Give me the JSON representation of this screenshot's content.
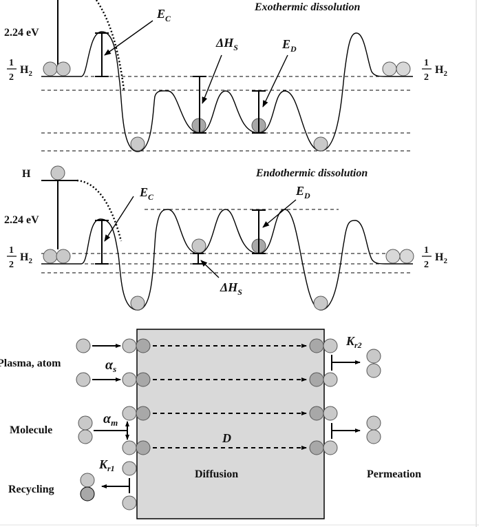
{
  "panel_top": {
    "title": "Exothermic dissolution",
    "barrier_energy": "2.24 eV",
    "half_num": "1",
    "half_den": "2",
    "species": "H",
    "species_sub": "2",
    "ec_main": "E",
    "ec_sub": "C",
    "dhs_main": "ΔH",
    "dhs_sub": "S",
    "ed_main": "E",
    "ed_sub": "D"
  },
  "panel_middle": {
    "title": "Endothermic dissolution",
    "atom_label": "H",
    "barrier_energy": "2.24 eV",
    "half_num": "1",
    "half_den": "2",
    "species": "H",
    "species_sub": "2",
    "ec_main": "E",
    "ec_sub": "C",
    "dhs_main": "ΔH",
    "dhs_sub": "S",
    "ed_main": "E",
    "ed_sub": "D"
  },
  "panel_bottom": {
    "plasma_label": "Plasma, atom",
    "molecule_label": "Molecule",
    "recycling_label": "Recycling",
    "alpha_s_main": "α",
    "alpha_s_sub": "s",
    "alpha_m_main": "α",
    "alpha_m_sub": "m",
    "kr1_main": "K",
    "kr1_sub": "r1",
    "kr2_main": "K",
    "kr2_sub": "r2",
    "d_label": "D",
    "diffusion_label": "Diffusion",
    "permeation_label": "Permeation"
  },
  "colors": {
    "atom_fill": "#c9c9c9",
    "atom_dark": "#9a9a9a",
    "membrane": "#d9d9d9",
    "line": "#000000"
  }
}
